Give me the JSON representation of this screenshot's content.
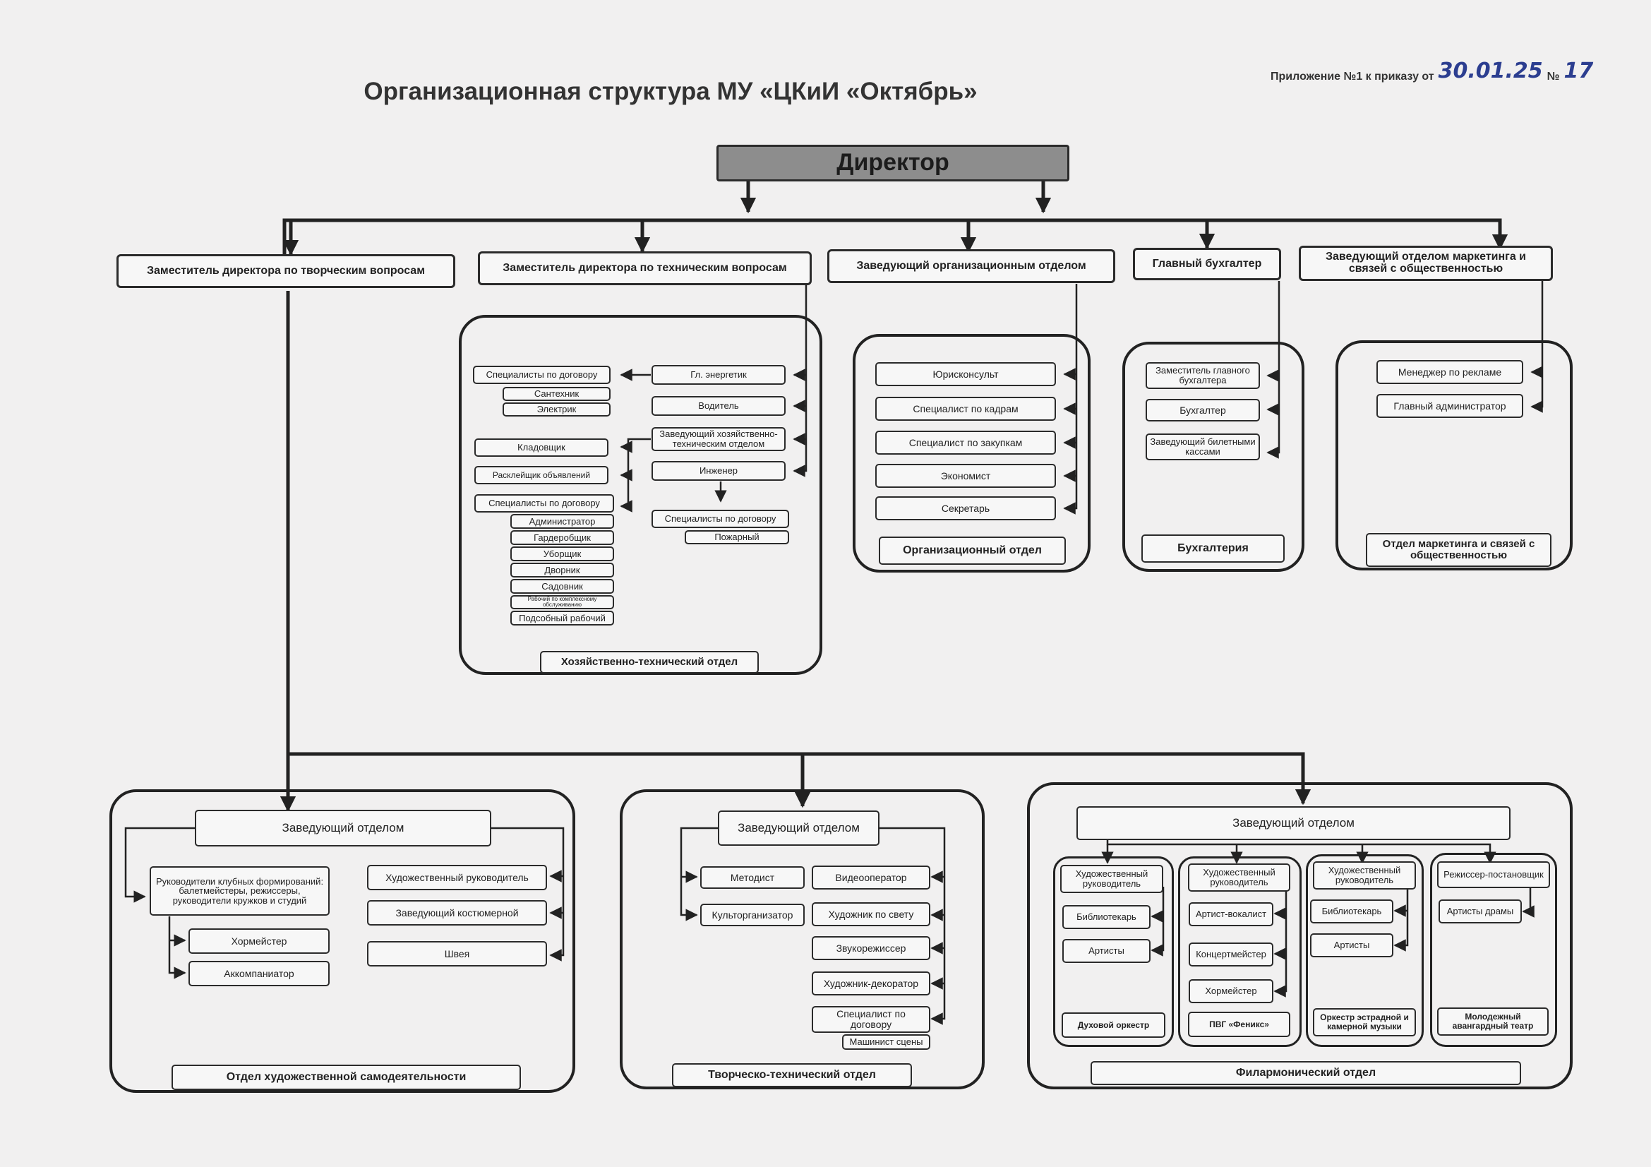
{
  "header": {
    "title": "Организационная структура МУ «ЦКиИ «Октябрь»",
    "annex_prefix": "Приложение №1 к приказу от",
    "annex_date": "30.01.25",
    "annex_no_label": "№",
    "annex_no": "17"
  },
  "director": "Директор",
  "top": {
    "creative_deputy": "Заместитель директора по творческим вопросам",
    "tech_deputy": "Заместитель директора по техническим вопросам",
    "org_head": "Заведующий организационным отделом",
    "chief_accountant": "Главный бухгалтер",
    "marketing_head": "Заведующий отделом маркетинга и связей с общественностью"
  },
  "hto": {
    "name": "Хозяйственно-технический отдел",
    "spec1": "Специалисты по договору",
    "plumber": "Сантехник",
    "electrician": "Электрик",
    "energetic": "Гл. энергетик",
    "driver": "Водитель",
    "storekeeper": "Кладовщик",
    "head": "Заведующий хозяйственно-техническим отделом",
    "poster": "Расклейщик объявлений",
    "engineer": "Инженер",
    "spec2": "Специалисты по договору",
    "spec3": "Специалисты по договору",
    "fire": "Пожарный",
    "staff": [
      "Администратор",
      "Гардеробщик",
      "Уборщик",
      "Дворник",
      "Садовник",
      "Рабочий по комплексному обслуживанию",
      "Подсобный рабочий"
    ]
  },
  "org": {
    "name": "Организационный отдел",
    "items": [
      "Юрисконсульт",
      "Специалист по кадрам",
      "Специалист по закупкам",
      "Экономист",
      "Секретарь"
    ]
  },
  "acc": {
    "name": "Бухгалтерия",
    "items": [
      "Заместитель главного бухгалтера",
      "Бухгалтер",
      "Заведующий билетными кассами"
    ]
  },
  "mkt": {
    "name": "Отдел маркетинга и связей с общественностью",
    "items": [
      "Менеджер по рекламе",
      "Главный администратор"
    ]
  },
  "ohs": {
    "name": "Отдел художественной самодеятельности",
    "head": "Заведующий отделом",
    "leaders": "Руководители клубных формирований: балетмейстеры, режиссеры, руководители кружков и студий",
    "choreographer": "Хормейстер",
    "accompanist": "Аккомпаниатор",
    "art_director": "Художественный руководитель",
    "costume": "Заведующий костюмерной",
    "seamstress": "Швея"
  },
  "tto": {
    "name": "Творческо-технический отдел",
    "head": "Заведующий отделом",
    "methodist": "Методист",
    "organizer": "Культорганизатор",
    "video": "Видеооператор",
    "light": "Художник по свету",
    "sound": "Звукорежиссер",
    "decor": "Художник-декоратор",
    "spec": "Специалист по договору",
    "machinist": "Машинист сцены"
  },
  "phil": {
    "name": "Филармонический отдел",
    "head": "Заведующий отделом",
    "brass": {
      "name": "Духовой оркестр",
      "items": [
        "Художественный руководитель",
        "Библиотекарь",
        "Артисты"
      ]
    },
    "fenix": {
      "name": "ПВГ «Феникс»",
      "items": [
        "Художественный руководитель",
        "Артист-вокалист",
        "Концертмейстер",
        "Хормейстер"
      ]
    },
    "estrada": {
      "name": "Оркестр эстрадной и камерной музыки",
      "items": [
        "Художественный руководитель",
        "Библиотекарь",
        "Артисты"
      ]
    },
    "theatre": {
      "name": "Молодежный авангардный театр",
      "items": [
        "Режиссер-постановщик",
        "Артисты драмы"
      ]
    }
  }
}
